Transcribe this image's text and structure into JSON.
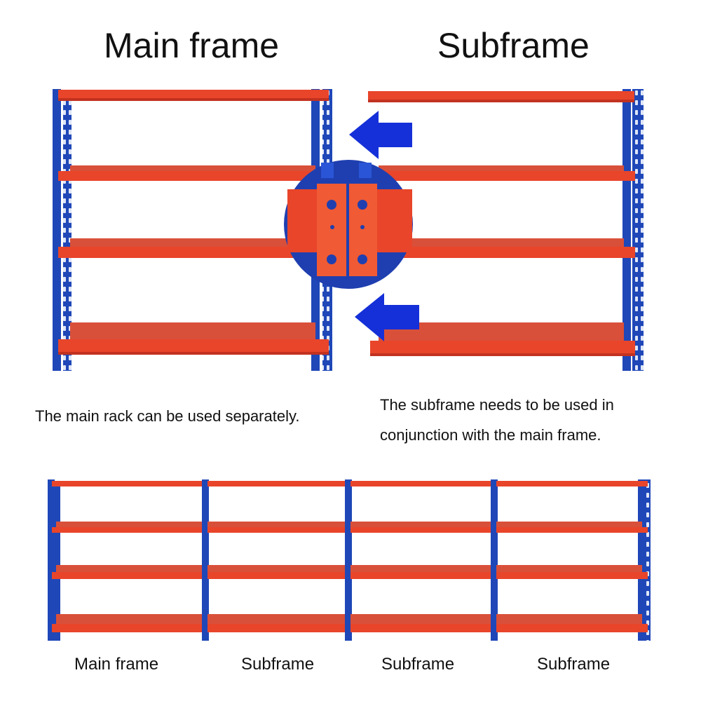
{
  "headings": {
    "main": "Main frame",
    "sub": "Subframe"
  },
  "captions": {
    "main": "The main rack can be used separately.",
    "sub_line1": "The subframe needs to be used in",
    "sub_line2": "conjunction with the main frame."
  },
  "bottom_labels": [
    "Main frame",
    "Subframe",
    "Subframe",
    "Subframe"
  ],
  "colors": {
    "upright": "#1f47b8",
    "upright_dark": "#14318a",
    "shelf": "#e8452a",
    "shelf_dark": "#c23220",
    "shelf_top": "#d9503a",
    "arrow": "#1530d8"
  },
  "icons": [
    "arrow-left-icon",
    "arrow-left-icon",
    "connector-detail-icon"
  ]
}
